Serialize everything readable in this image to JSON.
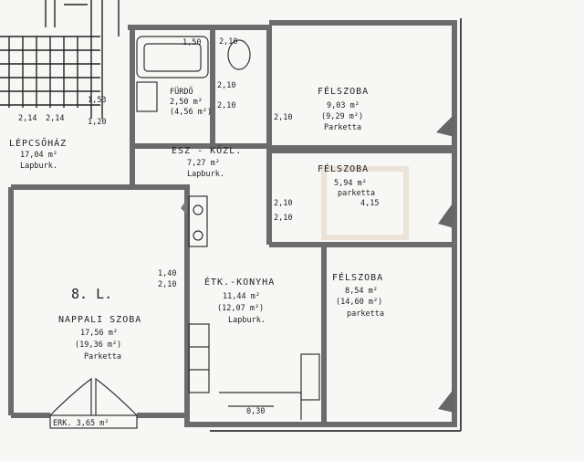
{
  "rooms": {
    "stairwell": {
      "name": "LÉPCSŐHÁZ",
      "area": "17,04 m²",
      "floor": "Lapburk."
    },
    "hall": {
      "name": "ESZ - KÖZL.",
      "area": "7,27 m²",
      "floor": "Lapburk."
    },
    "bath": {
      "name": "FÜRDŐ",
      "area": "2,50 m²",
      "floor": "(4,56 m²)"
    },
    "bedroom1": {
      "name": "FÉLSZOBA",
      "area": "9,03 m²",
      "floor_area_paren": "(9,29 m²)",
      "floor": "Parketta"
    },
    "bedroom2": {
      "name": "FÉLSZOBA",
      "area": "5,94 m²",
      "floor": "parketta",
      "note": "4,15"
    },
    "bedroom3": {
      "name": "FÉLSZOBA",
      "area": "8,54 m²",
      "floor_area_paren": "(14,60 m²)",
      "floor": "parketta"
    },
    "kitchen": {
      "name": "ÉTK.-KONYHA",
      "area": "11,44 m²",
      "floor_area_paren": "(12,07 m²)",
      "floor": "Lapburk."
    },
    "living": {
      "name": "NAPPALI SZOBA",
      "area": "17,56 m²",
      "floor_area_paren": "(19,36 m²)",
      "floor": "Parketta"
    }
  },
  "unit_label": "8. L.",
  "balcony_label": "ERK. 3,65 m²",
  "dims": {
    "d1": "1,53",
    "d2": "2,14",
    "d3": "2,14",
    "d4": "1,20",
    "d5": "2,10",
    "d6": "2,10",
    "d7": "2,10",
    "d8": "1,40",
    "d9": "2,10",
    "d10": "1,50",
    "d11": "2,10",
    "d12": "0,30",
    "d13": "2,10",
    "d14": "2,10"
  }
}
